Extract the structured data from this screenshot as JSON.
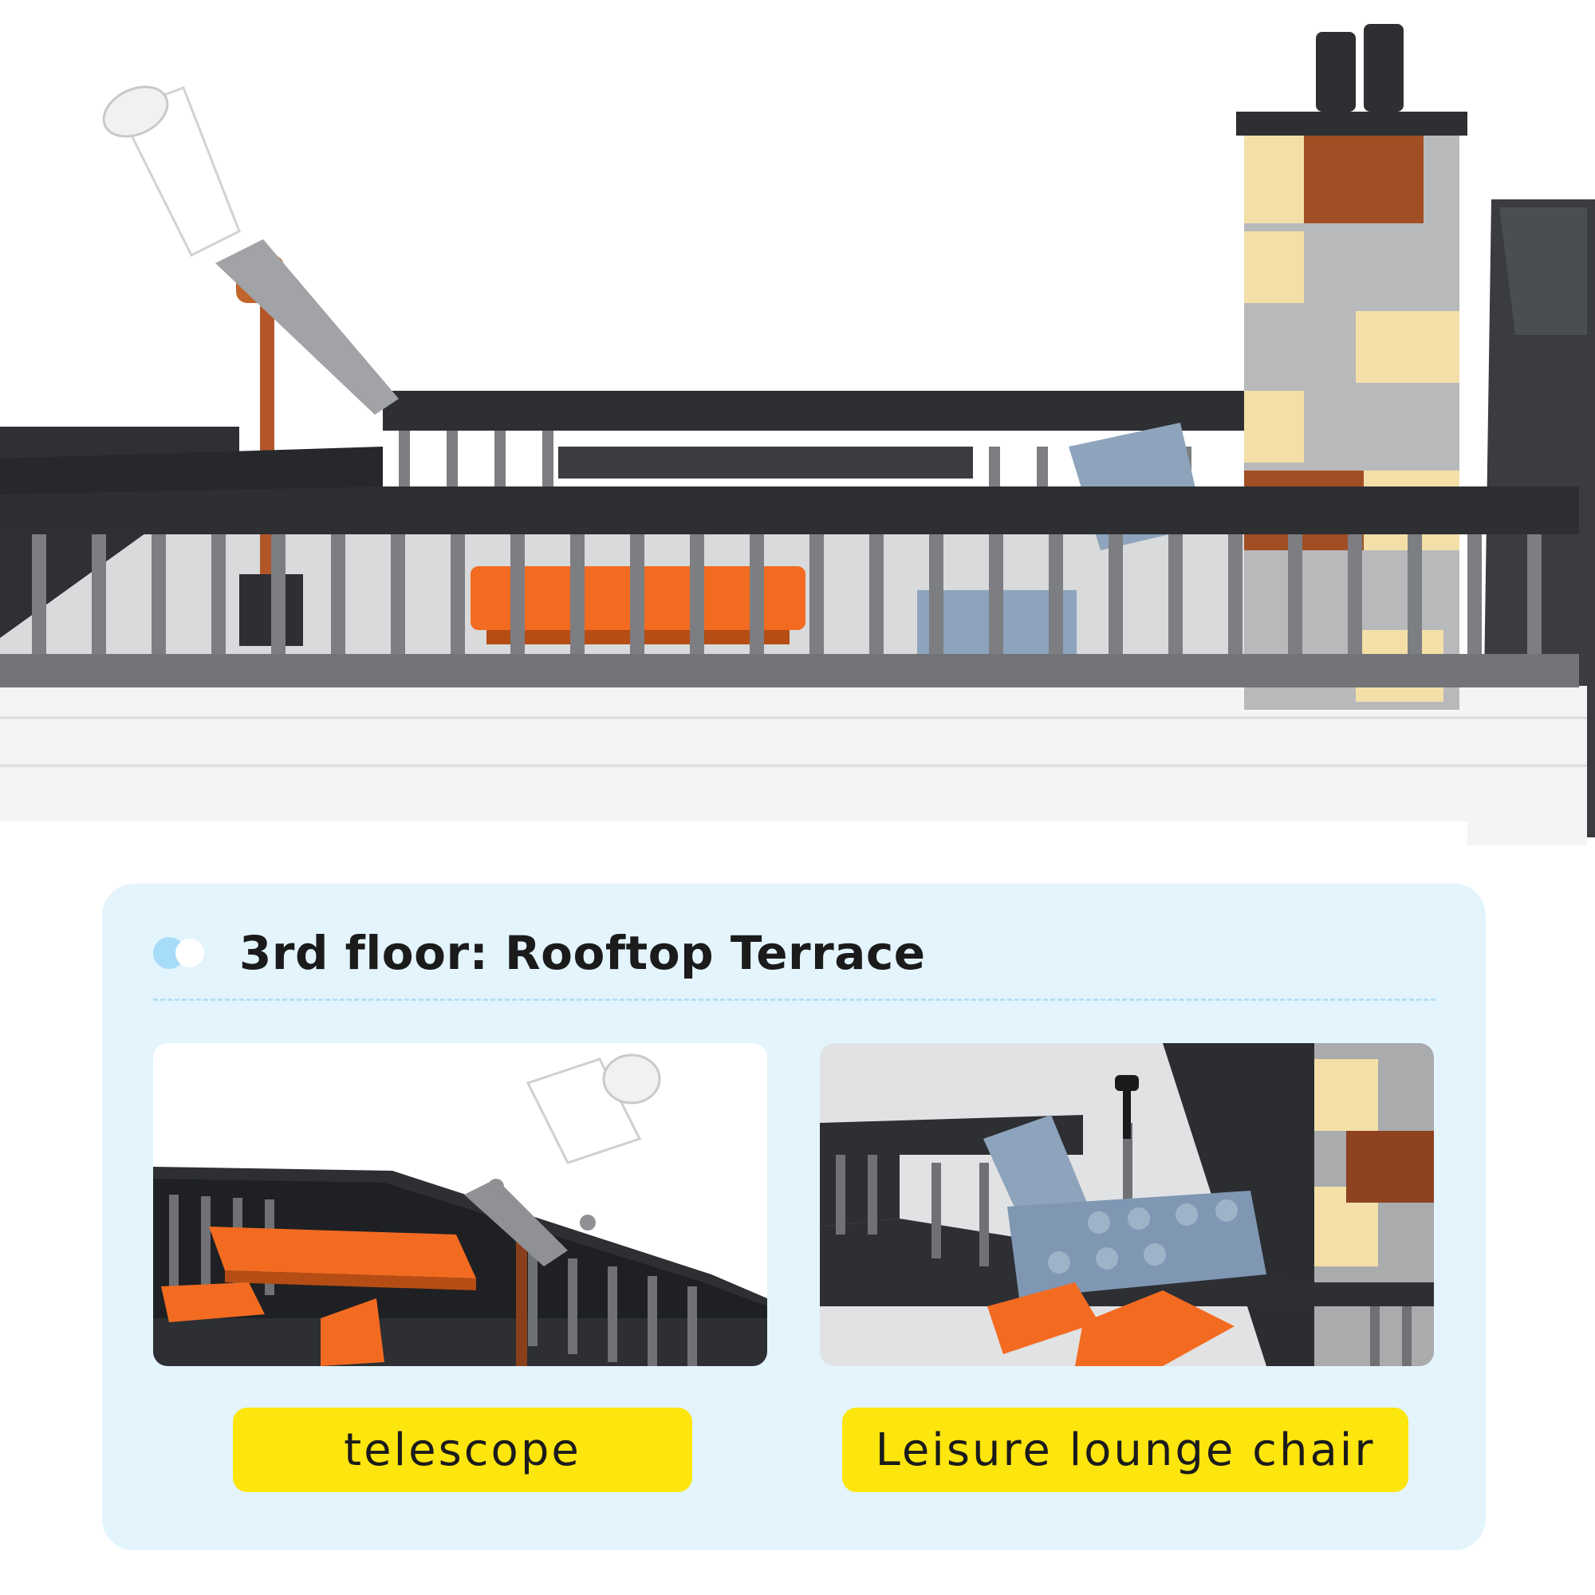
{
  "section": {
    "title": "3rd floor: Rooftop Terrace"
  },
  "features": [
    {
      "label": "telescope",
      "icon": "telescope-icon"
    },
    {
      "label": "Leisure lounge chair",
      "icon": "lounge-chair-icon"
    }
  ],
  "colors": {
    "panel": "#e3f4fd",
    "label_bg": "#fde50e",
    "accent_dot": "#a7dcf9",
    "brick_orange": "#f36b21",
    "brick_dark": "#2d2f33",
    "brick_gray": "#6e7074"
  }
}
